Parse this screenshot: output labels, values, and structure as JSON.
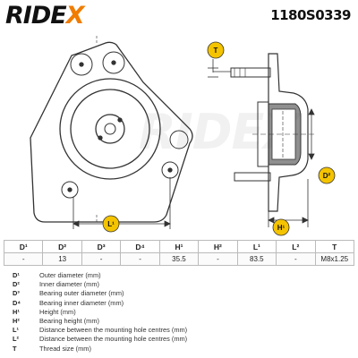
{
  "header": {
    "brand_prefix": "RIDE",
    "brand_x": "X",
    "part_number": "1180S0339",
    "watermark": "RIDEX"
  },
  "drawing": {
    "dimension_labels": {
      "t": "T",
      "d2": "D²",
      "h1": "H¹",
      "l1": "L¹"
    }
  },
  "spec_table": {
    "columns": [
      "D¹",
      "D²",
      "D³",
      "D⁴",
      "H¹",
      "H²",
      "L¹",
      "L²",
      "T"
    ],
    "values": [
      "-",
      "13",
      "-",
      "-",
      "35.5",
      "-",
      "83.5",
      "-",
      "M8x1.25"
    ]
  },
  "legend": [
    {
      "symbol": "D¹",
      "description": "Outer diameter (mm)"
    },
    {
      "symbol": "D²",
      "description": "Inner diameter (mm)"
    },
    {
      "symbol": "D³",
      "description": "Bearing outer diameter (mm)"
    },
    {
      "symbol": "D⁴",
      "description": "Bearing inner diameter (mm)"
    },
    {
      "symbol": "H¹",
      "description": "Height (mm)"
    },
    {
      "symbol": "H²",
      "description": "Bearing height (mm)"
    },
    {
      "symbol": "L¹",
      "description": "Distance between the mounting hole centres (mm)"
    },
    {
      "symbol": "L²",
      "description": "Distance between the mounting hole centres (mm)"
    },
    {
      "symbol": "T",
      "description": "Thread size (mm)"
    }
  ],
  "colors": {
    "accent": "#f07c00",
    "marker_fill": "#f5c400",
    "line": "#333333"
  }
}
